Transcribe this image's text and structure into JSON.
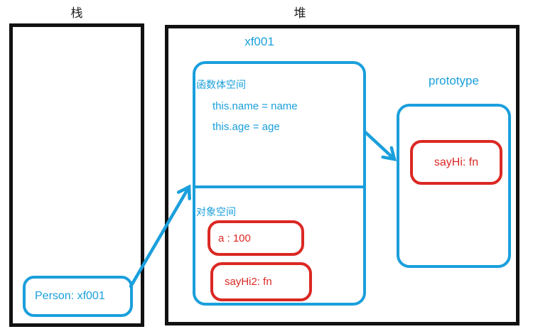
{
  "colors": {
    "blue": "#1A9FDC",
    "red": "#DB2823",
    "border_black": "#111111",
    "background": "#FFFFFF"
  },
  "stack": {
    "title": "栈",
    "variable": {
      "label": "Person: xf001"
    }
  },
  "heap": {
    "title": "堆",
    "function_object": {
      "id_label": "xf001",
      "function_space": {
        "label": "函数体空间",
        "lines": [
          "this.name = name",
          "this.age = age"
        ]
      },
      "object_space": {
        "label": "对象空间",
        "properties": [
          "a : 100",
          "sayHi2: fn"
        ]
      }
    },
    "prototype": {
      "label": "prototype",
      "properties": [
        "sayHi: fn"
      ]
    }
  },
  "arrows": [
    {
      "from": "Person: xf001",
      "to": "对象空间"
    },
    {
      "from": "函数体空间",
      "to": "prototype"
    }
  ]
}
